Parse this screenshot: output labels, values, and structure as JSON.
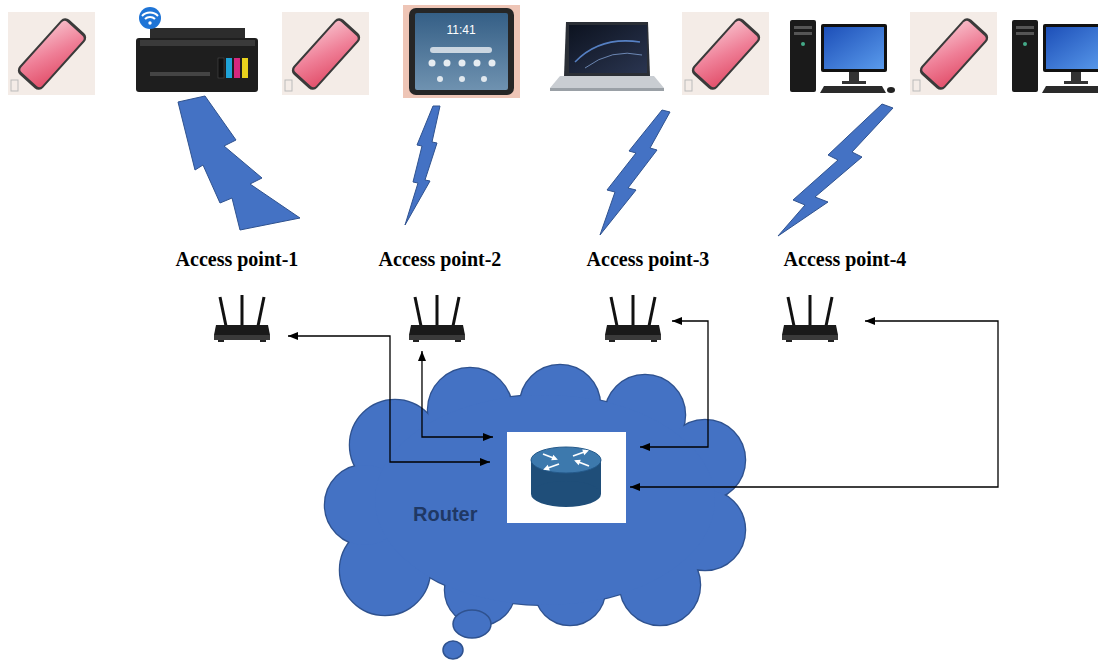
{
  "diagram": {
    "nodes": [
      {
        "text": [
          "Access point-1"
        ]
      },
      {
        "text": [
          "Access point-2"
        ]
      },
      {
        "text": [
          "Access point-3"
        ]
      },
      {
        "text": [
          "Access point-4"
        ]
      },
      {
        "text": [
          "Router"
        ]
      }
    ],
    "edges": [
      {
        "from": 4,
        "to": 0,
        "arrow": "both"
      },
      {
        "from": 4,
        "to": 1,
        "arrow": "both"
      },
      {
        "from": 4,
        "to": 2,
        "arrow": "both"
      },
      {
        "from": 4,
        "to": 3,
        "arrow": "both"
      }
    ],
    "labels": [
      "11:41"
    ]
  }
}
